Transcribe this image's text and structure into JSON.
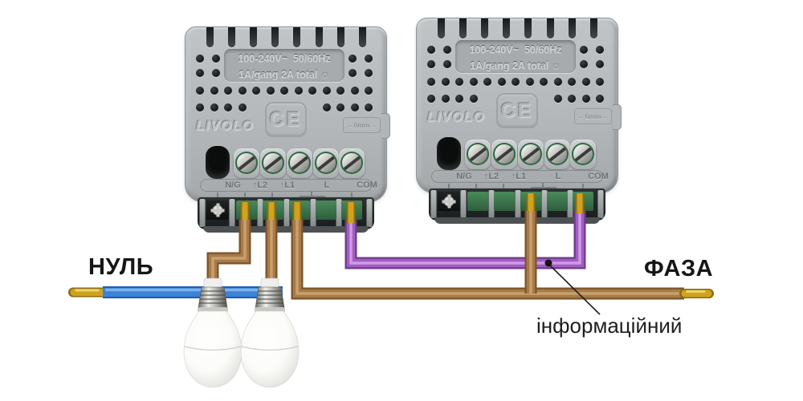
{
  "labels": {
    "neutral": "НУЛЬ",
    "phase": "ФАЗА",
    "info_wire": "інформаційний"
  },
  "module": {
    "brand": "LIVOLO",
    "ce_mark": "CE",
    "rating_line1": "100-240V~  50/60Hz",
    "rating_line2": "1A/gang 2A total ",
    "lamp_icon": "☼",
    "wire_gauge": "←6mm→",
    "terminals": [
      "N/G",
      "↑L2",
      "↑L1",
      "L",
      "COM"
    ]
  },
  "colors": {
    "wire_brown": "#a87a4a",
    "wire_brown_dark": "#7a5428",
    "wire_brown_light": "#c9a06b",
    "wire_purple": "#a05ec2",
    "wire_purple_dark": "#6e3a8a",
    "wire_purple_light": "#cf9ae4",
    "wire_blue": "#3b82d8",
    "wire_blue_dark": "#1d5eb5",
    "wire_blue_light": "#7db2ec",
    "copper": "#cfa21f",
    "copper_dark": "#8a6d10",
    "copper_light": "#ecd36a",
    "module_body": "#b4b8ba",
    "terminal_green": "#3c7a4c",
    "label_text": "#161616"
  }
}
